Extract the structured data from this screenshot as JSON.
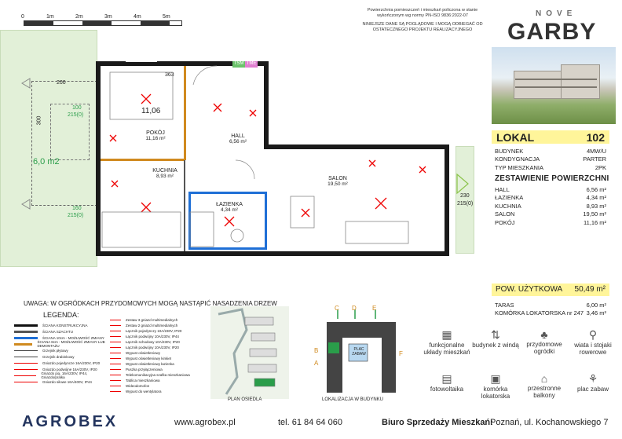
{
  "scale": {
    "labels": [
      "0",
      "1m",
      "2m",
      "3m",
      "4m",
      "5m"
    ]
  },
  "notes": {
    "line1": "Powierzchnia pomieszczeń i mieszkań policzona w stanie",
    "line2": "wykończonym wg normy PN-ISO 9836:2022-07",
    "line3": "NINIEJSZE DANE SĄ POGLĄDOWE I MOGĄ ODBIEGAĆ OD",
    "line4": "OSTATECZNEGO PROJEKTU REALIZACYJNEGO"
  },
  "brand": {
    "small": "NOVE",
    "big": "GARBY"
  },
  "unit": {
    "lokal_label": "LOKAL",
    "lokal_number": "102",
    "fields": [
      {
        "label": "BUDYNEK",
        "value": "4MW/U"
      },
      {
        "label": "KONDYGNACJA",
        "value": "PARTER"
      },
      {
        "label": "TYP MIESZKANIA",
        "value": "2PK"
      }
    ],
    "summary_title": "ZESTAWIENIE POWIERZCHNI",
    "rooms": [
      {
        "label": "HALL",
        "value": "6,56 m²"
      },
      {
        "label": "ŁAZIENKA",
        "value": "4,34 m²"
      },
      {
        "label": "KUCHNIA",
        "value": "8,93 m²"
      },
      {
        "label": "SALON",
        "value": "19,50 m²"
      },
      {
        "label": "POKÓJ",
        "value": "11,16 m²"
      }
    ],
    "usable_label": "POW. UŻYTKOWA",
    "usable_value": "50,49 m²",
    "extras": [
      {
        "label": "TARAS",
        "value": "6,00 m²"
      },
      {
        "label": "KOMÓRKA LOKATORSKA nr 247",
        "value": "3,46 m²"
      }
    ]
  },
  "plan": {
    "pokoj": {
      "name": "POKÓJ",
      "area": "11,16 m²"
    },
    "hall": {
      "name": "HALL",
      "area": "6,56 m²"
    },
    "kuchnia": {
      "name": "KUCHNIA",
      "area": "8,93 m²"
    },
    "lazienka": {
      "name": "ŁAZIENKA",
      "area": "4,34 m²"
    },
    "salon": {
      "name": "SALON",
      "area": "19,50 m²"
    },
    "dim_pokoj": "11,06",
    "dim_363": "363",
    "dim_200": "200",
    "dim_300": "300",
    "dim_160": "160",
    "dim_215": "215(0)",
    "dim_100": "100",
    "dim_215b": "215(0)",
    "dim_230": "230",
    "dim_215c": "215(0)",
    "taras_area": "6,0 m2",
    "tsm": "TSM",
    "tme": "TME"
  },
  "legend": {
    "warning": "UWAGA: W OGRÓDKACH PRZYDOMOWYCH MOGĄ NASTĄPIĆ NASADZENIA DRZEW",
    "title": "LEGENDA:",
    "left_items": [
      "ŚCIANA KONSTRUKCYJNA",
      "ŚCIANA SZACHTU",
      "ŚCIANA 10cm - MOŻLIWOŚĆ ZMIANY",
      "ŚCIANA 8cm - MOŻLIWOŚĆ ZMIANY LUB DEMONTAŻU",
      "Grzejnik płytowy",
      "Grzejnik drabinkowy",
      "Gniazdo pojedyncze 16A/230V, IP20",
      "Gniazdo podwójne 16A/230V, IP20",
      "Gniazdo poj. 16A/230V, IP44, Gniazdo/pralka",
      "Gniazdo siłowe 16A/400V, IP44"
    ],
    "right_items": [
      "Zestaw 3 gniazd multimedialnych",
      "Zestaw 2 gniazd multimedialnych",
      "Łącznik pojedynczy 10A/230V, IP20",
      "Łącznik podwójny 10A/230V, IP44",
      "Łącznik schodowy 10A/230V, IP20",
      "Łącznik podwójny 10A/230V, IP20",
      "Wypust oświetleniowy",
      "Wypust oświetleniowy kinkiet",
      "Wypust oświetleniowy łazienka",
      "Puszka przyłączeniowa",
      "Telekomunikacyjna szafka mieszkaniowa",
      "Tablica mieszkaniowa",
      "Wideodomofon",
      "Wypust do wentylatora"
    ]
  },
  "maps": {
    "site_label": "PLAN OSIEDLA",
    "location_label": "LOKALIZACJA W BUDYNKU",
    "plac": "PLAC ZABAW",
    "letters_top": [
      "C",
      "D",
      "E"
    ],
    "letters_side": [
      "B",
      "A",
      "F"
    ]
  },
  "amenities": [
    {
      "label": "funkcjonalne układy mieszkań",
      "icon": "floorplan-icon"
    },
    {
      "label": "budynek z windą",
      "icon": "elevator-icon"
    },
    {
      "label": "przydomowe ogródki",
      "icon": "tree-icon"
    },
    {
      "label": "wiata i stojaki rowerowe",
      "icon": "bicycle-icon"
    },
    {
      "label": "fotowoltaika",
      "icon": "solar-panel-icon"
    },
    {
      "label": "komórka lokatorska",
      "icon": "storage-room-icon"
    },
    {
      "label": "przestronne balkony",
      "icon": "balcony-icon"
    },
    {
      "label": "plac zabaw",
      "icon": "playground-icon"
    }
  ],
  "footer": {
    "logo": "AGROBEX",
    "website": "www.agrobex.pl",
    "phone": "tel. 61 84 64 060",
    "office_label": "Biuro Sprzedaży Mieszkań:",
    "address": "Poznań, ul. Kochanowskiego 7"
  },
  "colors": {
    "yellow": "#fff59a",
    "blue": "#1f6fd6",
    "red": "#e00000",
    "orange": "#d08a1f",
    "green": "#2a9d4a"
  }
}
